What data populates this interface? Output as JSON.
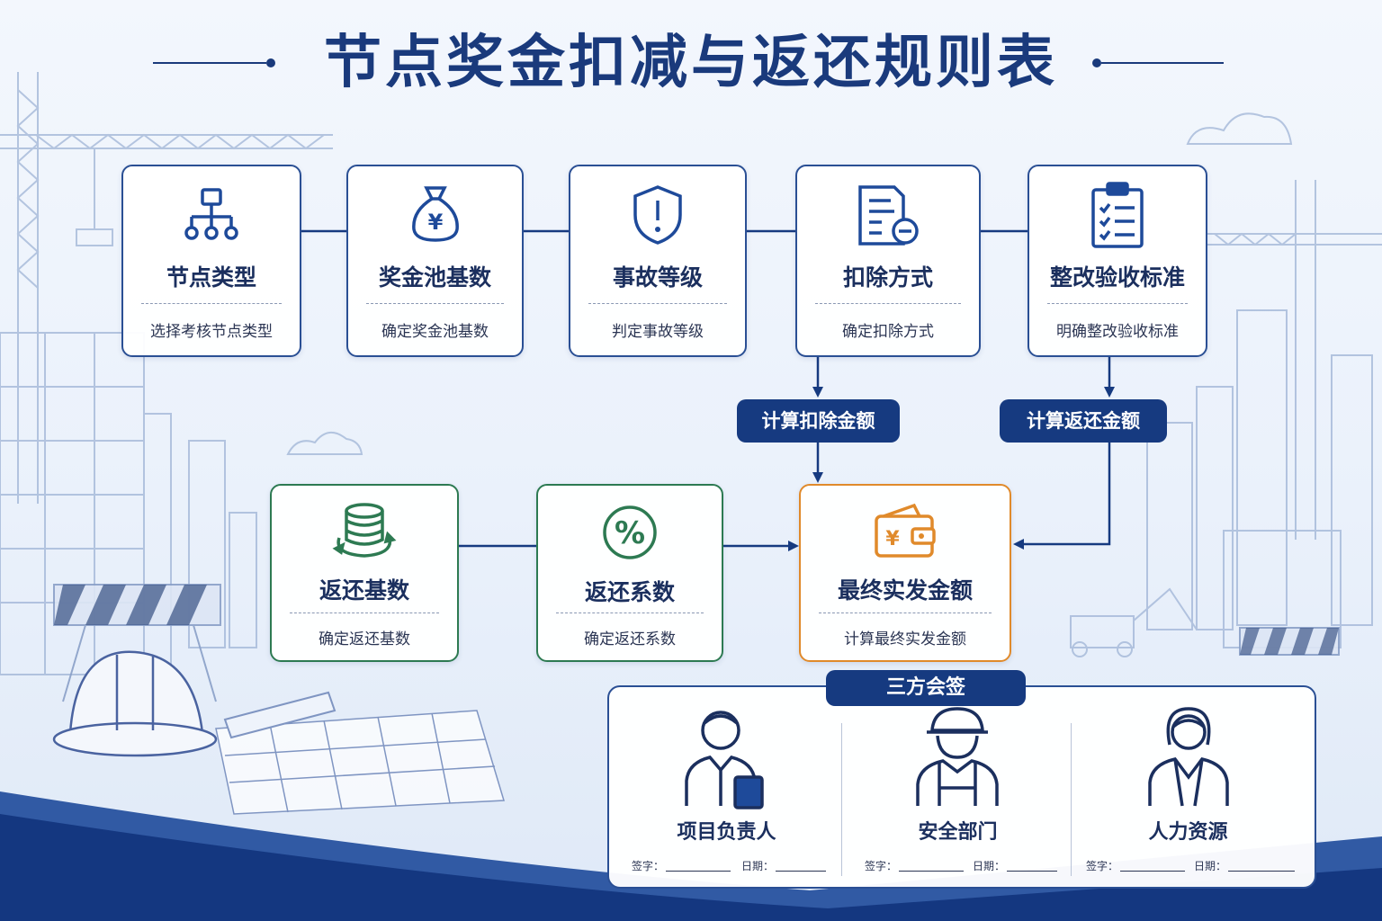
{
  "title": "节点奖金扣减与返还规则表",
  "colors": {
    "primary": "#163a80",
    "card_border": "#2a4f94",
    "green": "#2d7a52",
    "orange": "#e08a2b"
  },
  "top_row": [
    {
      "title": "节点类型",
      "subtitle": "选择考核节点类型",
      "icon": "hierarchy-icon"
    },
    {
      "title": "奖金池基数",
      "subtitle": "确定奖金池基数",
      "icon": "money-bag-icon"
    },
    {
      "title": "事故等级",
      "subtitle": "判定事故等级",
      "icon": "shield-alert-icon"
    },
    {
      "title": "扣除方式",
      "subtitle": "确定扣除方式",
      "icon": "document-minus-icon"
    },
    {
      "title": "整改验收标准",
      "subtitle": "明确整改验收标准",
      "icon": "clipboard-checklist-icon"
    }
  ],
  "calc_labels": {
    "deduct": "计算扣除金额",
    "return": "计算返还金额"
  },
  "bottom_row": [
    {
      "title": "返还基数",
      "subtitle": "确定返还基数",
      "icon": "coin-stack-icon"
    },
    {
      "title": "返还系数",
      "subtitle": "确定返还系数",
      "icon": "percent-icon"
    },
    {
      "title": "最终实发金额",
      "subtitle": "计算最终实发金额",
      "icon": "wallet-icon"
    }
  ],
  "signoff": {
    "title": "三方会签",
    "parties": [
      {
        "name": "项目负责人",
        "icon": "manager-icon"
      },
      {
        "name": "安全部门",
        "icon": "safety-worker-icon"
      },
      {
        "name": "人力资源",
        "icon": "hr-woman-icon"
      }
    ],
    "sign_label": "签字：",
    "date_label": "日期："
  }
}
